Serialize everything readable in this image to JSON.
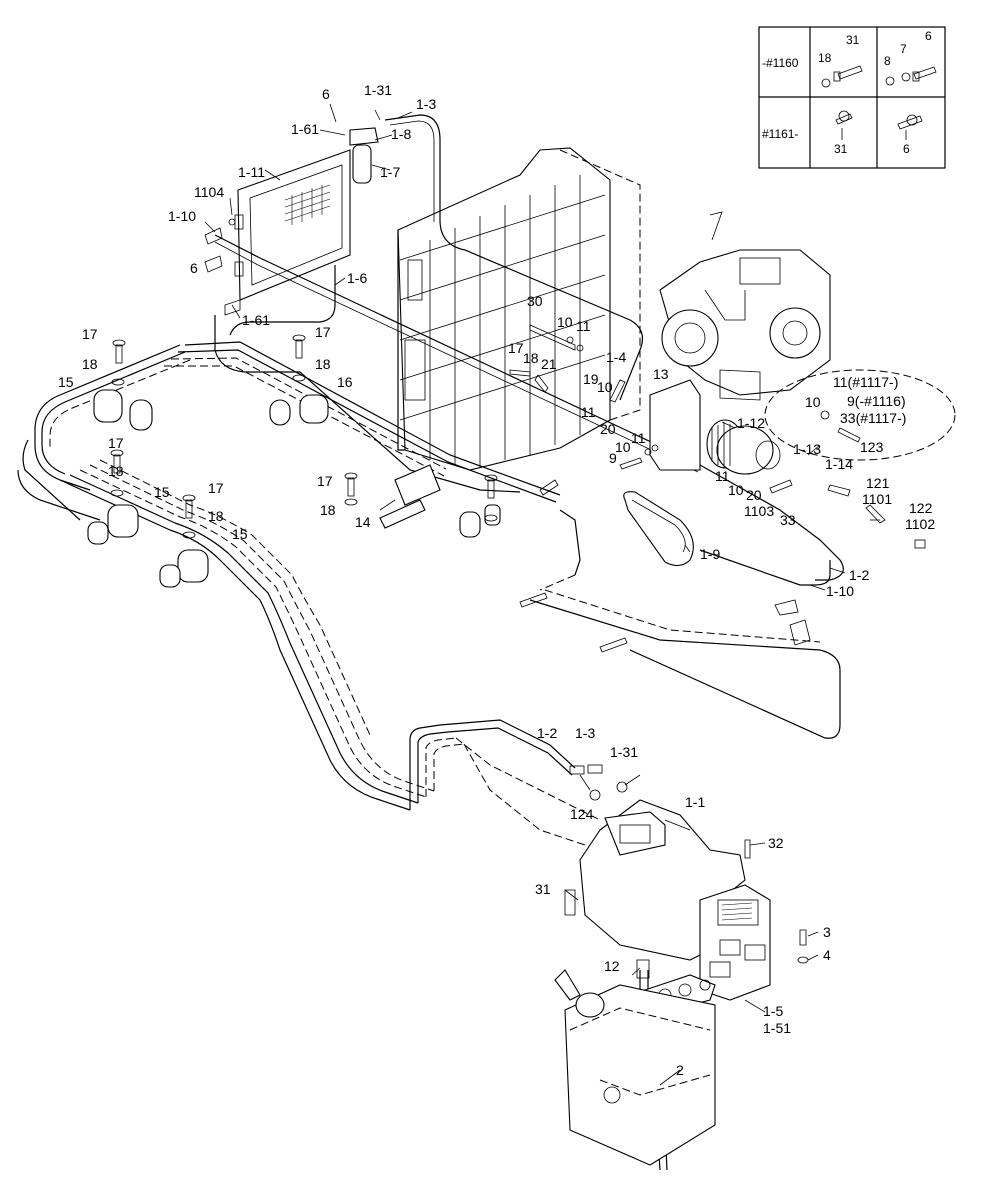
{
  "inset_table": {
    "rows": [
      {
        "range": "-#1160",
        "left_parts": [
          "18",
          "31"
        ],
        "right_parts": [
          "8",
          "7",
          "6"
        ]
      },
      {
        "range": "#1161-",
        "left_parts": [
          "31"
        ],
        "right_parts": [
          "6"
        ]
      }
    ]
  },
  "callouts": [
    "6",
    "1-31",
    "1-3",
    "1-61",
    "1-8",
    "1-7",
    "1-11",
    "1104",
    "1-10",
    "6",
    "1-6",
    "1-61",
    "17",
    "18",
    "15",
    "17",
    "18",
    "16",
    "30",
    "10",
    "11",
    "17",
    "18",
    "21",
    "1-4",
    "13",
    "19",
    "10",
    "11",
    "20",
    "1-12",
    "11(#1117-)",
    "10",
    "9(-#1116)",
    "33(#1117-)",
    "123",
    "17",
    "18",
    "15",
    "17",
    "18",
    "15",
    "17",
    "18",
    "14",
    "9",
    "10",
    "11",
    "1-13",
    "1-14",
    "11",
    "10",
    "20",
    "1103",
    "33",
    "121",
    "1101",
    "122",
    "1102",
    "1-9",
    "1-2",
    "1-10",
    "1-2",
    "1-3",
    "1-31",
    "124",
    "1-1",
    "32",
    "31",
    "3",
    "4",
    "12",
    "1-5",
    "1-51",
    "2"
  ]
}
